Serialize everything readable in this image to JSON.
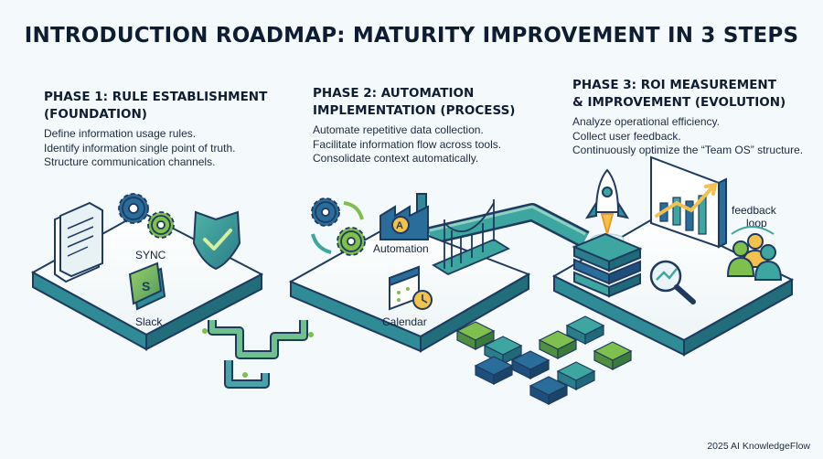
{
  "title": "INTRODUCTION ROADMAP: MATURITY IMPROVEMENT IN 3 STEPS",
  "phases": [
    {
      "title_line1": "PHASE 1: RULE ESTABLISHMENT",
      "title_line2": "(FOUNDATION)",
      "items": [
        "Define information usage rules.",
        "Identify information single point of truth.",
        "Structure communication channels."
      ],
      "labels": [
        "SYNC",
        "Slack"
      ],
      "icons": [
        "document-icon",
        "gears-icon",
        "shield-check-icon",
        "slack-logo"
      ]
    },
    {
      "title_line1": "PHASE 2: AUTOMATION",
      "title_line2": "IMPLEMENTATION (PROCESS)",
      "items": [
        "Automate repetitive data collection.",
        "Facilitate information flow across tools.",
        "Consolidate context automatically."
      ],
      "labels": [
        "Automation",
        "Calendar"
      ],
      "icons": [
        "gears-cycle-icon",
        "factory-icon",
        "calendar-clock-icon",
        "bridge-icon"
      ]
    },
    {
      "title_line1": "PHASE 3: ROI MEASUREMENT",
      "title_line2": "& IMPROVEMENT (EVOLUTION)",
      "items": [
        "Analyze operational efficiency.",
        "Collect user feedback.",
        "Continuously optimize the “Team OS” structure."
      ],
      "labels": [
        "feedback",
        "loop"
      ],
      "icons": [
        "rocket-icon",
        "server-stack-icon",
        "growth-chart-icon",
        "magnifier-icon",
        "users-icon"
      ]
    }
  ],
  "footer": "2025 AI KnowledgeFlow",
  "colors": {
    "navy": "#1e3a5f",
    "teal": "#2e8b94",
    "green": "#7fbf4d",
    "platform_top": "#ffffff",
    "platform_side": "#2f8c96",
    "background": "#f4f9fb"
  }
}
